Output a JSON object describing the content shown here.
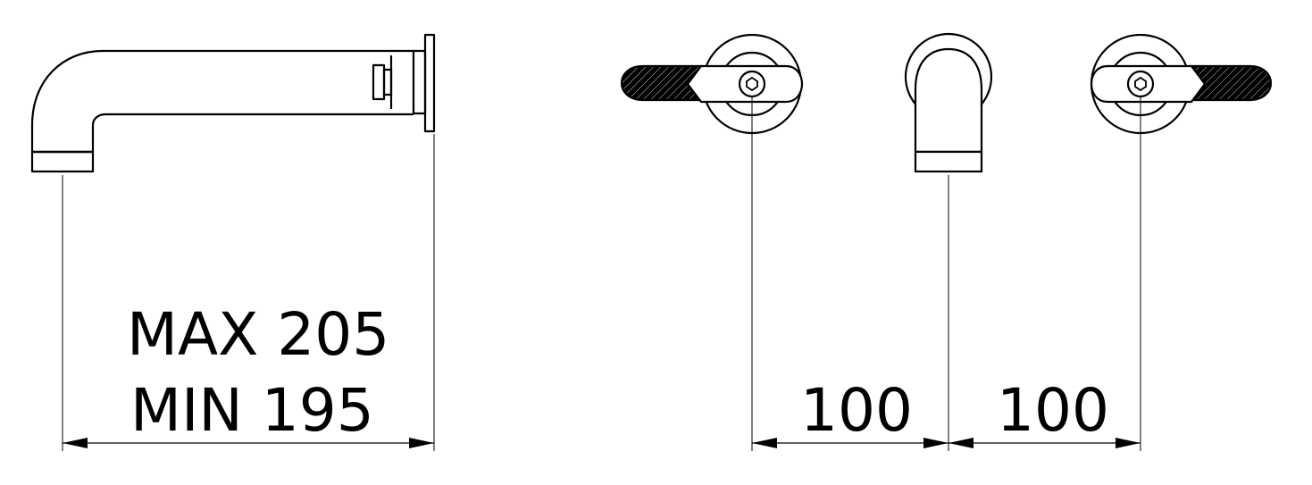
{
  "dimensions": {
    "spout_projection_max": "MAX 205",
    "spout_projection_min": "MIN 195",
    "left_handle_to_spout": "100",
    "spout_to_right_handle": "100"
  },
  "colors": {
    "line": "#000000",
    "background": "#ffffff"
  }
}
